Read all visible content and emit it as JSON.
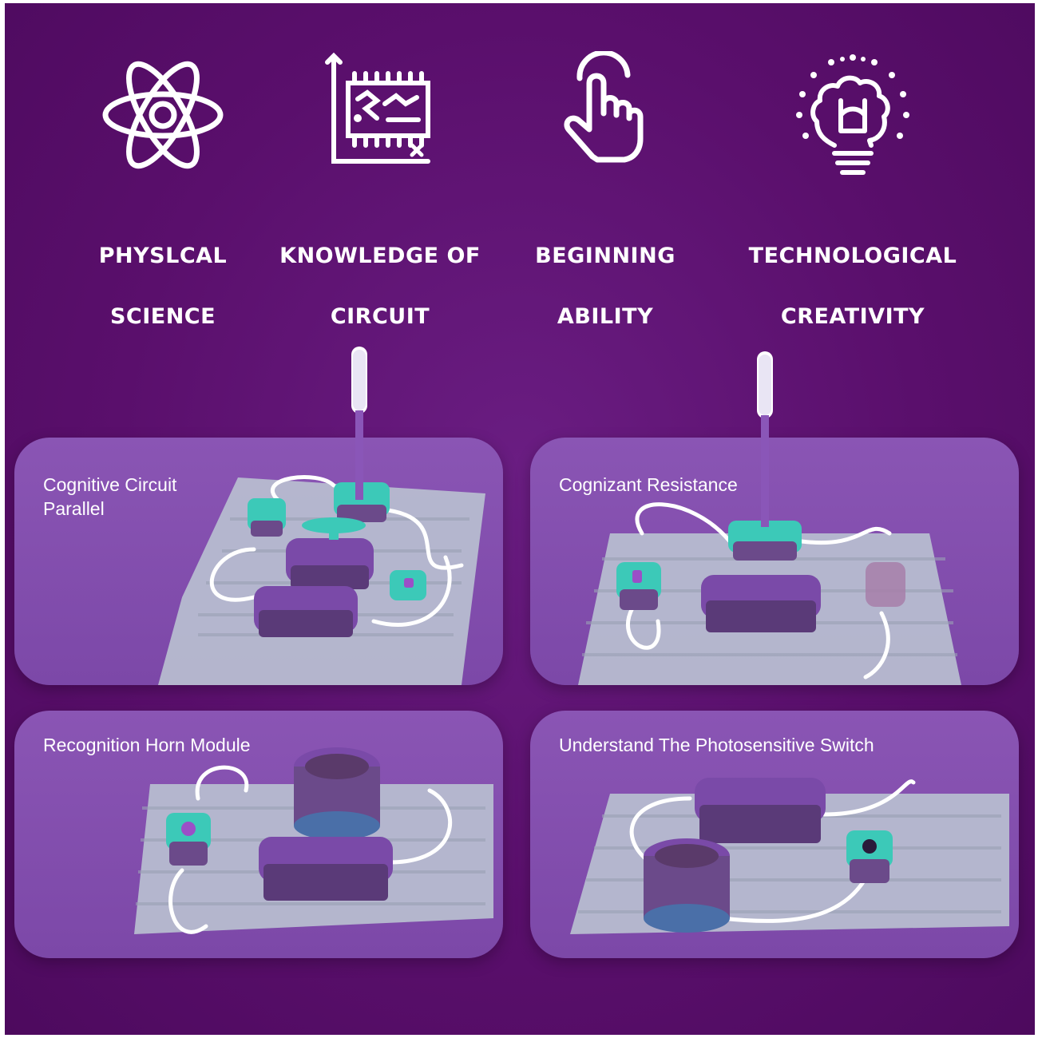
{
  "features": [
    {
      "icon": "atom-icon",
      "line1": "PHYSLCAL",
      "line2": "SCIENCE"
    },
    {
      "icon": "circuit-board-icon",
      "line1": "KNOWLEDGE OF",
      "line2": "CIRCUIT"
    },
    {
      "icon": "pointing-hand-icon",
      "line1": "BEGINNING",
      "line2": "ABILITY"
    },
    {
      "icon": "lightbulb-brain-icon",
      "line1": "TECHNOLOGICAL",
      "line2": "CREATIVITY"
    }
  ],
  "cards": [
    {
      "title_line1": "Cognitive Circuit",
      "title_line2": " Parallel"
    },
    {
      "title_line1": "Cognizant Resistance",
      "title_line2": ""
    },
    {
      "title_line1": "Recognition Horn Module",
      "title_line2": ""
    },
    {
      "title_line1": "Understand The Photosensitive Switch",
      "title_line2": ""
    }
  ],
  "colors": {
    "background": "#5a0f6c",
    "card": "#8a55b4",
    "module_purple": "#7a4aa8",
    "module_teal": "#3cc9b8",
    "baseplate": "#b9bfd0"
  }
}
